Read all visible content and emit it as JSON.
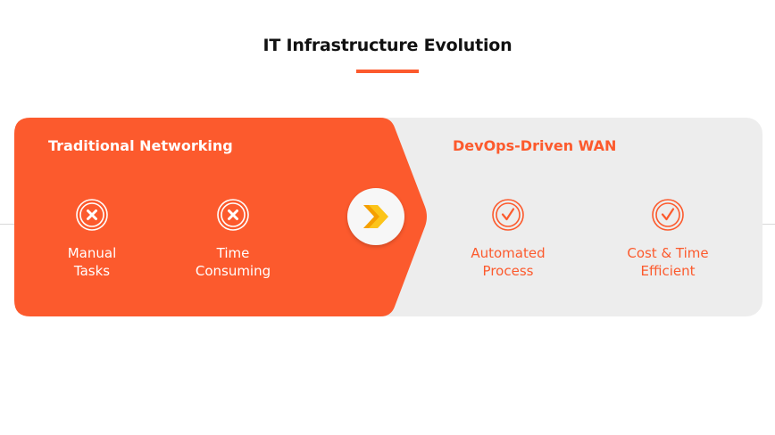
{
  "title": "IT Infrastructure Evolution",
  "colors": {
    "accent": "#fc5a2d",
    "panel_gray": "#ededed",
    "arrow_yellow": "#fcc419",
    "arrow_orange": "#f59f00"
  },
  "left_panel": {
    "heading": "Traditional Networking",
    "items": [
      {
        "icon": "x-circle-icon",
        "line1": "Manual",
        "line2": "Tasks"
      },
      {
        "icon": "x-circle-icon",
        "line1": "Time",
        "line2": "Consuming"
      }
    ]
  },
  "transition": {
    "icon": "double-chevron-right-icon"
  },
  "right_panel": {
    "heading": "DevOps-Driven WAN",
    "items": [
      {
        "icon": "check-circle-icon",
        "line1": "Automated",
        "line2": "Process"
      },
      {
        "icon": "check-circle-icon",
        "line1": "Cost & Time",
        "line2": "Efficient"
      }
    ]
  }
}
